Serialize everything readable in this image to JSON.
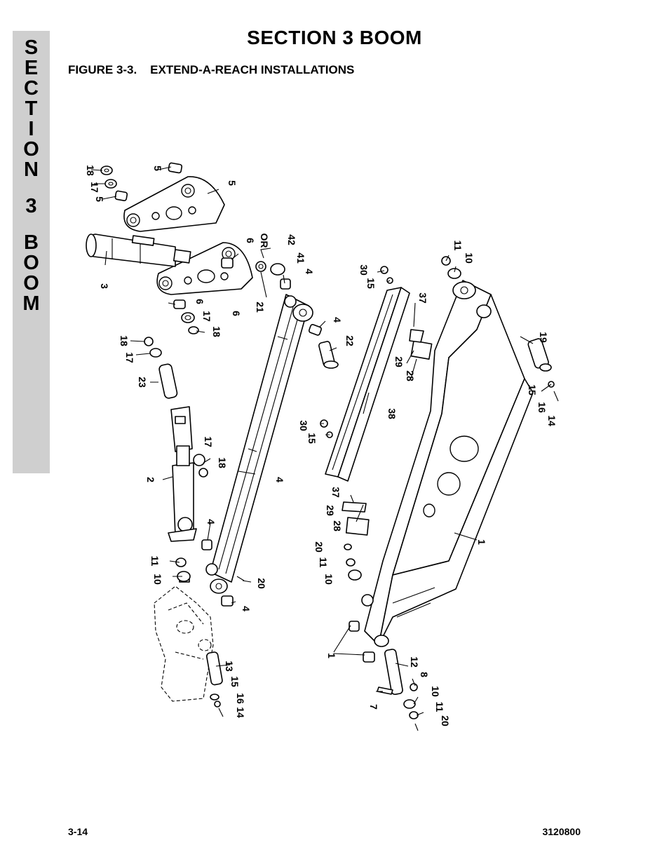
{
  "side_tab": {
    "letters": [
      "S",
      "E",
      "C",
      "T",
      "I",
      "O",
      "N",
      "",
      "3",
      "",
      "B",
      "O",
      "O",
      "M"
    ]
  },
  "header": {
    "title": "SECTION 3  BOOM"
  },
  "figure": {
    "title": "FIGURE 3-3.    EXTEND-A-REACH INSTALLATIONS"
  },
  "footer": {
    "page": "3-14",
    "doc_number": "3120800"
  },
  "callouts": [
    {
      "id": "c18a",
      "text": "18"
    },
    {
      "id": "c17a",
      "text": "17"
    },
    {
      "id": "c5a",
      "text": "5"
    },
    {
      "id": "c5b",
      "text": "5"
    },
    {
      "id": "c5c",
      "text": "5"
    },
    {
      "id": "c3",
      "text": "3"
    },
    {
      "id": "c6a",
      "text": "6"
    },
    {
      "id": "cor",
      "text": "OR"
    },
    {
      "id": "c42",
      "text": "42"
    },
    {
      "id": "c41",
      "text": "41"
    },
    {
      "id": "c4a",
      "text": "4"
    },
    {
      "id": "c21",
      "text": "21"
    },
    {
      "id": "c6b",
      "text": "6"
    },
    {
      "id": "c6c",
      "text": "6"
    },
    {
      "id": "c17b",
      "text": "17"
    },
    {
      "id": "c18b",
      "text": "18"
    },
    {
      "id": "c18c",
      "text": "18"
    },
    {
      "id": "c17c",
      "text": "17"
    },
    {
      "id": "c23",
      "text": "23"
    },
    {
      "id": "c4b",
      "text": "4"
    },
    {
      "id": "c22",
      "text": "22"
    },
    {
      "id": "c30a",
      "text": "30"
    },
    {
      "id": "c15a",
      "text": "15"
    },
    {
      "id": "c37a",
      "text": "37"
    },
    {
      "id": "c11a",
      "text": "11"
    },
    {
      "id": "c10a",
      "text": "10"
    },
    {
      "id": "c19",
      "text": "19"
    },
    {
      "id": "c29a",
      "text": "29"
    },
    {
      "id": "c28a",
      "text": "28"
    },
    {
      "id": "c15b",
      "text": "15"
    },
    {
      "id": "c16a",
      "text": "16"
    },
    {
      "id": "c14a",
      "text": "14"
    },
    {
      "id": "c38",
      "text": "38"
    },
    {
      "id": "c30b",
      "text": "30"
    },
    {
      "id": "c15c",
      "text": "15"
    },
    {
      "id": "c17d",
      "text": "17"
    },
    {
      "id": "c18d",
      "text": "18"
    },
    {
      "id": "c2",
      "text": "2"
    },
    {
      "id": "c4c",
      "text": "4"
    },
    {
      "id": "c37b",
      "text": "37"
    },
    {
      "id": "c29b",
      "text": "29"
    },
    {
      "id": "c28b",
      "text": "28"
    },
    {
      "id": "c4d",
      "text": "4"
    },
    {
      "id": "c1a",
      "text": "1"
    },
    {
      "id": "c20a",
      "text": "20"
    },
    {
      "id": "c11b",
      "text": "11"
    },
    {
      "id": "c10b",
      "text": "10"
    },
    {
      "id": "c11c",
      "text": "11"
    },
    {
      "id": "c10c",
      "text": "10"
    },
    {
      "id": "c20b",
      "text": "20"
    },
    {
      "id": "c4e",
      "text": "4"
    },
    {
      "id": "c1b",
      "text": "1"
    },
    {
      "id": "c12",
      "text": "12"
    },
    {
      "id": "c8",
      "text": "8"
    },
    {
      "id": "c7",
      "text": "7"
    },
    {
      "id": "c10d",
      "text": "10"
    },
    {
      "id": "c11d",
      "text": "11"
    },
    {
      "id": "c20c",
      "text": "20"
    },
    {
      "id": "c13",
      "text": "13"
    },
    {
      "id": "c15d",
      "text": "15"
    },
    {
      "id": "c16b",
      "text": "16"
    },
    {
      "id": "c14b",
      "text": "14"
    }
  ]
}
